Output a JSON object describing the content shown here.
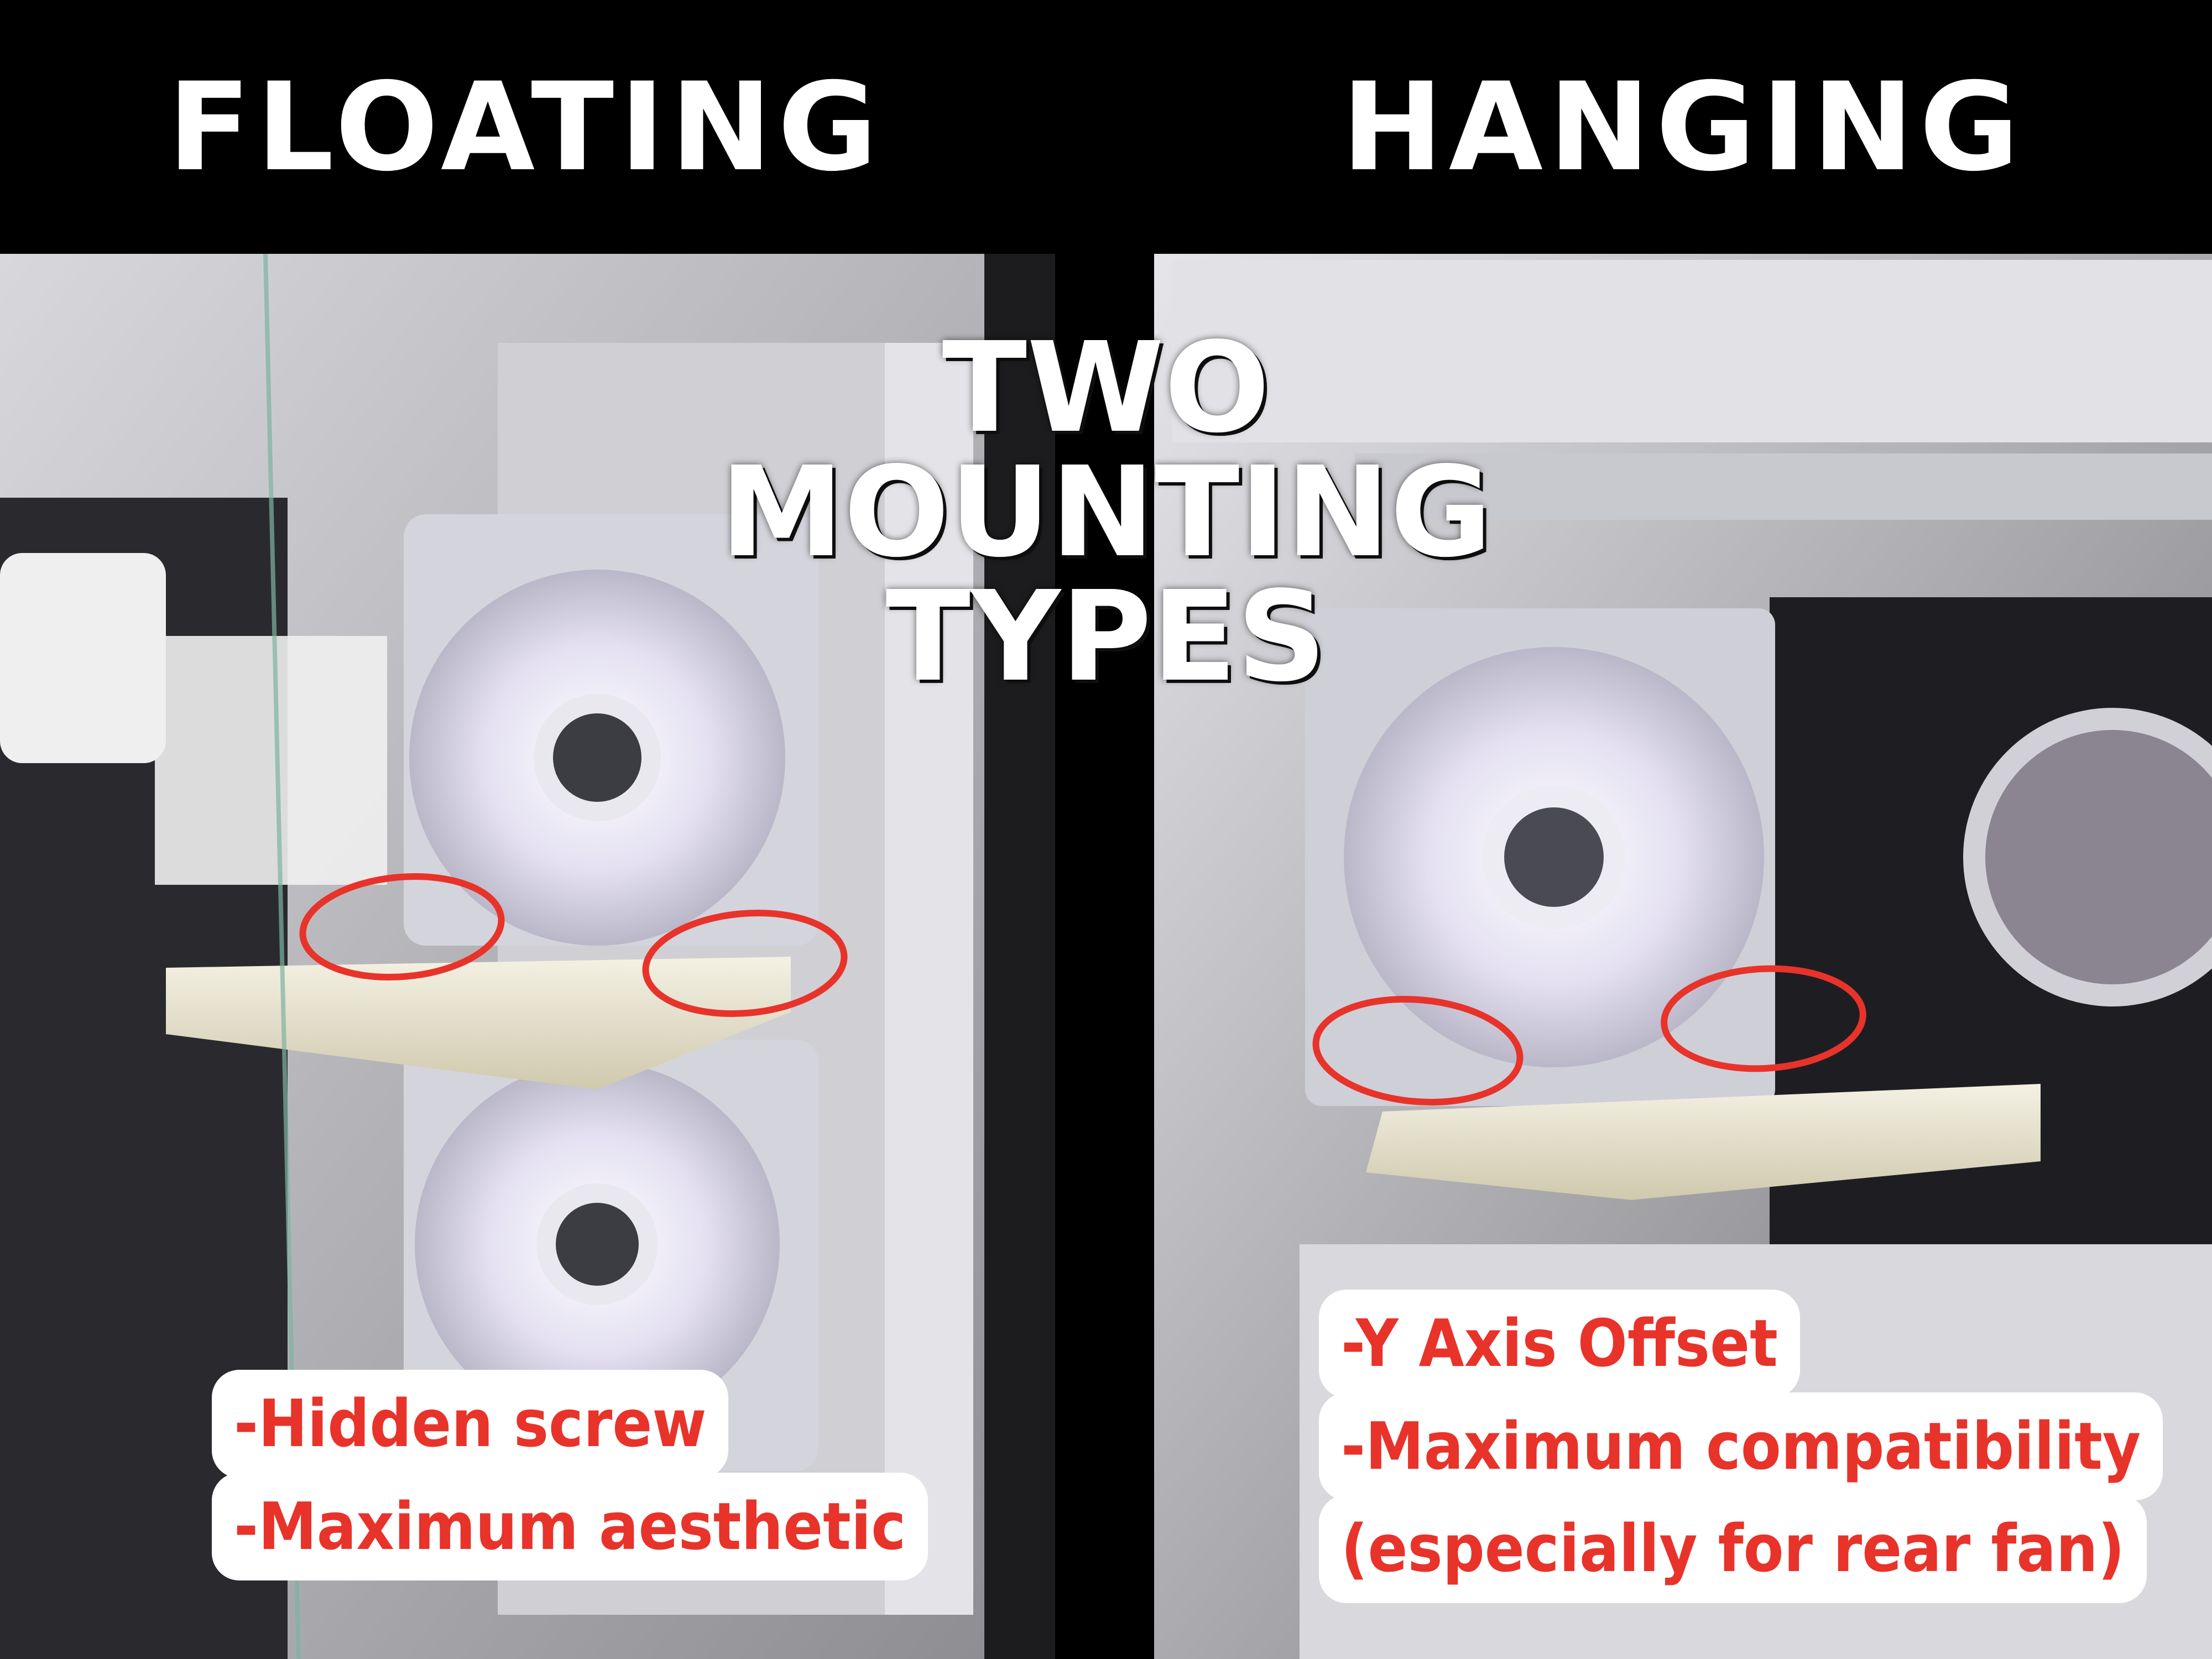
{
  "headings": {
    "left": "FLOATING",
    "right": "HANGING"
  },
  "center_title": {
    "line1": "TWO",
    "line2": "MOUNTING",
    "line3": "TYPES"
  },
  "callouts": {
    "left": [
      "-Hidden screw",
      "-Maximum aesthetic"
    ],
    "right": [
      "-Y Axis Offset",
      "-Maximum compatibility",
      "(especially for rear fan)"
    ]
  },
  "colors": {
    "background": "#000000",
    "callout_text": "#e8332a",
    "highlight_ellipse": "#e8332a",
    "case_white": "#e9e9ee"
  }
}
